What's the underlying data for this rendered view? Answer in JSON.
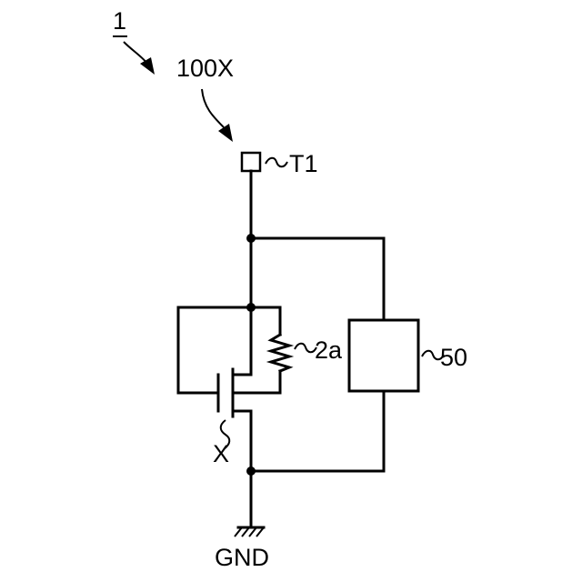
{
  "labels": {
    "figure_ref": "1",
    "circuit_ref": "100X",
    "terminal": "T1",
    "resistor": "2a",
    "block": "50",
    "transistor": "X",
    "ground": "GND"
  }
}
